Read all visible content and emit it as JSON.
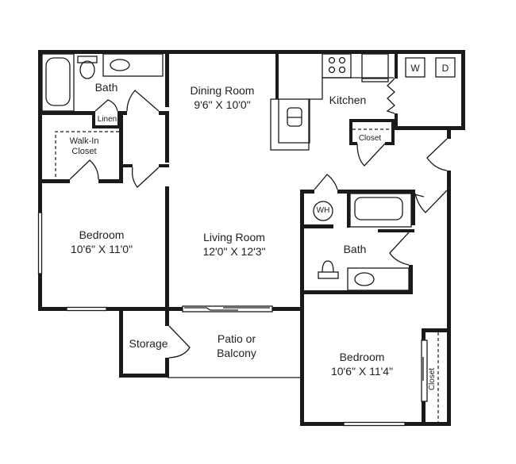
{
  "floor_plan": {
    "rooms": [
      {
        "id": "bath-1",
        "name": "Bath",
        "dimensions": ""
      },
      {
        "id": "linen",
        "name": "Linen",
        "dimensions": ""
      },
      {
        "id": "walk-in-closet",
        "name": "Walk-In Closet",
        "line1": "Walk-In",
        "line2": "Closet",
        "dimensions": ""
      },
      {
        "id": "bedroom-1",
        "name": "Bedroom",
        "dimensions": "10'6\" X 11'0\""
      },
      {
        "id": "dining-room",
        "name": "Dining Room",
        "dimensions": "9'6\" X 10'0\""
      },
      {
        "id": "kitchen",
        "name": "Kitchen",
        "dimensions": ""
      },
      {
        "id": "kitchen-closet",
        "name": "Closet",
        "dimensions": ""
      },
      {
        "id": "living-room",
        "name": "Living Room",
        "dimensions": "12'0\" X 12'3\""
      },
      {
        "id": "bath-2",
        "name": "Bath",
        "dimensions": ""
      },
      {
        "id": "storage",
        "name": "Storage",
        "dimensions": ""
      },
      {
        "id": "patio",
        "name": "Patio or Balcony",
        "line1": "Patio or",
        "line2": "Balcony",
        "dimensions": ""
      },
      {
        "id": "bedroom-2",
        "name": "Bedroom",
        "dimensions": "10'6\" X 11'4\""
      },
      {
        "id": "bedroom-2-closet",
        "name": "Closet",
        "dimensions": ""
      }
    ],
    "appliances": {
      "washer": "W",
      "dryer": "D",
      "water_heater": "WH"
    },
    "colors": {
      "wall": "#1a1a1a",
      "background": "#ffffff",
      "text": "#222222"
    }
  }
}
